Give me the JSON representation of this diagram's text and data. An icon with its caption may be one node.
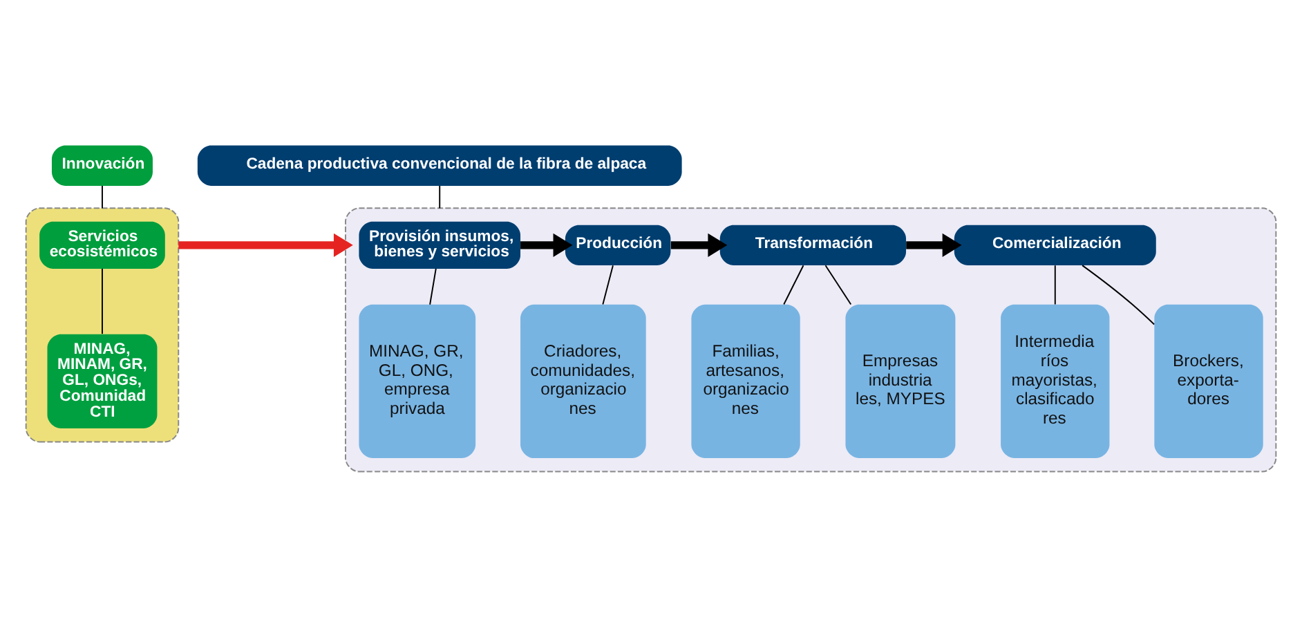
{
  "diagram": {
    "nodes": [
      {
        "text": [
          "Innovación"
        ]
      },
      {
        "text": [
          "Cadena productiva convencional de la fibra de alpaca"
        ]
      },
      {
        "text": [],
        "shape": "box"
      },
      {
        "text": [
          "Servicios ecosistémicos"
        ],
        "in": 2
      },
      {
        "text": [
          "MINAG, MINAM, GR, GL, ONGs, Comunidad CTI"
        ],
        "in": 2
      },
      {
        "text": [],
        "shape": "box"
      },
      {
        "text": [
          "Provisión insumos, bienes y servicios"
        ],
        "in": 5
      },
      {
        "text": [
          "Producción"
        ],
        "in": 5
      },
      {
        "text": [
          "Transformación"
        ],
        "in": 5
      },
      {
        "text": [
          "Comercialización"
        ],
        "in": 5
      },
      {
        "text": [
          "MINAG, GR, GL, ONG, empresa privada"
        ],
        "in": 5
      },
      {
        "text": [
          "Criadores, comunidades, organizacio nes"
        ],
        "in": 5
      },
      {
        "text": [
          "Familias, artesanos, organizacio nes"
        ],
        "in": 5
      },
      {
        "text": [
          "Empresas industria les, MYPES"
        ],
        "in": 5
      },
      {
        "text": [
          "Intermedia ríos mayoristas, clasificado res"
        ],
        "in": 5
      },
      {
        "text": [
          "Brockers, exporta- dores"
        ],
        "in": 5
      }
    ],
    "edges": [
      {
        "from": 0,
        "to": 2,
        "arrow": "none"
      },
      {
        "from": 1,
        "to": 5,
        "arrow": "none"
      },
      {
        "from": 2,
        "to": 5,
        "arrow": "to",
        "style": "thick",
        "color": "#e52421"
      },
      {
        "from": 6,
        "to": 7,
        "arrow": "to",
        "style": "thick"
      },
      {
        "from": 7,
        "to": 8,
        "arrow": "to",
        "style": "thick"
      },
      {
        "from": 8,
        "to": 9,
        "arrow": "to",
        "style": "thick"
      },
      {
        "from": 3,
        "to": 4,
        "arrow": "none"
      },
      {
        "from": 6,
        "to": 10,
        "arrow": "none"
      },
      {
        "from": 7,
        "to": 11,
        "arrow": "none"
      },
      {
        "from": 8,
        "to": 12,
        "arrow": "none"
      },
      {
        "from": 8,
        "to": 13,
        "arrow": "none"
      },
      {
        "from": 9,
        "to": 14,
        "arrow": "none"
      },
      {
        "from": 9,
        "to": 15,
        "arrow": "none"
      }
    ]
  }
}
